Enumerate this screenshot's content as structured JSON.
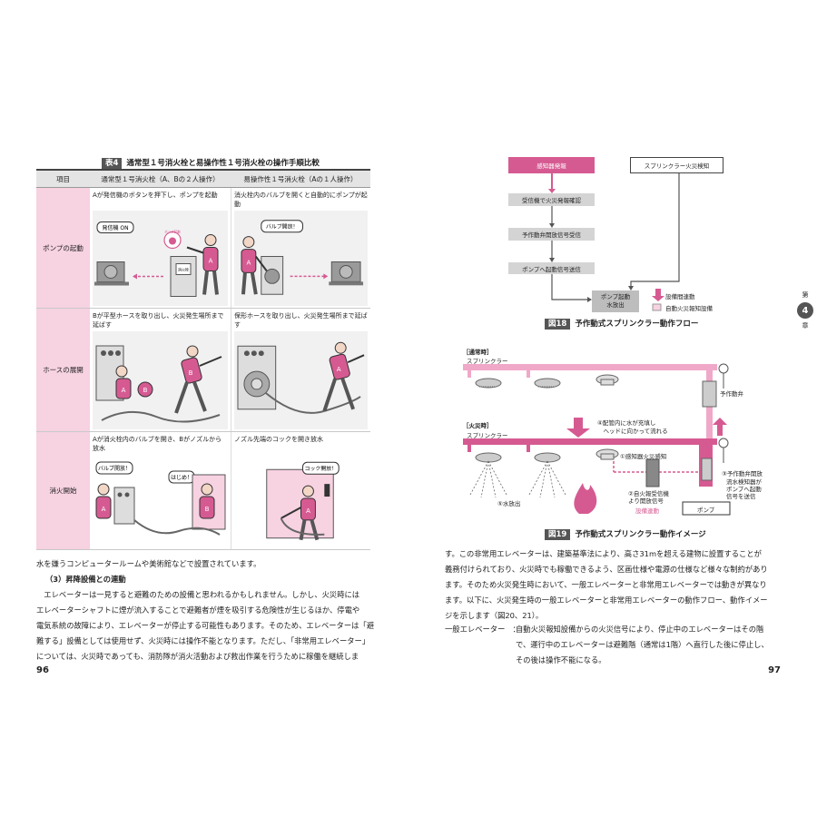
{
  "left": {
    "table_caption_num": "表4",
    "table_caption": "通常型１号消火栓と易操作性１号消火栓の操作手順比較",
    "headers": [
      "項目",
      "通常型１号消火栓（A、Bの２人操作）",
      "易操作性１号消火栓（Aの１人操作）"
    ],
    "rows": [
      {
        "label": "ポンプの起動",
        "c1": "Aが発信機のボタンを押下し、ポンプを起動",
        "c2": "消火栓内のバルブを開くと自動的にポンプが起動"
      },
      {
        "label": "ホースの展開",
        "c1": "Bが平型ホースを取り出し、火災発生場所まで延ばす",
        "c2": "保形ホースを取り出し、火災発生場所まで延ばす"
      },
      {
        "label": "消火開始",
        "c1": "Aが消火栓内のバルブを開き、Bがノズルから放水",
        "c2": "ノズル先端のコックを開き放水"
      }
    ],
    "bubbles": {
      "hasshinki": "発信機 ON",
      "valve": "バルブ開放！",
      "valve2": "バルブ開放！",
      "hajime": "はじめ！",
      "cock": "コック開放！",
      "box_label": "消火栓",
      "lamp_label": "ポンプ起動",
      "person_a": "A",
      "person_b": "B"
    },
    "body_lines": [
      "水を嫌うコンピュータールームや美術館などで設置されています。",
      "（3）昇降設備との連動",
      "　エレベーターは一見すると避難のための設備と思われるかもしれません。しかし、火災時には",
      "エレベーターシャフトに煙が流入することで避難者が煙を吸引する危険性が生じるほか、停電や",
      "電気系統の故障により、エレベーターが停止する可能性もあります。そのため、エレベーターは「避",
      "難する」設備としては使用せず、火災時には操作不能となります。ただし、「非常用エレベーター」",
      "については、火災時であっても、消防隊が消火活動および救出作業を行うために稼働を継続しま"
    ],
    "page_number": "96"
  },
  "right": {
    "flow": {
      "sensor": "感知器発報",
      "sprinkler_detect": "スプリンクラー火災検知",
      "receiver": "受信機で火災発報確認",
      "valve_signal": "予作動弁開放信号受信",
      "pump_signal": "ポンプへ起動信号送信",
      "pump_start": "ポンプ起動\n水放出",
      "legend_equip": "設備間連動",
      "legend_auto": "自動火災報知設備"
    },
    "fig18_num": "図18",
    "fig18_caption": "予作動式スプリンクラー動作フロー",
    "fig19": {
      "normal": "［通常時］",
      "sprinkler1": "スプリンクラー",
      "valve": "予作動弁",
      "fire": "［火災時］",
      "sprinkler2": "スプリンクラー",
      "step4": "④配管内に水が充填し\n　ヘッドに向かって流れる",
      "step1": "①感知器火災感知",
      "step2": "②自火報受信機\nより開放信号",
      "step2b": "設備連動",
      "step3": "③予作動弁開放",
      "step3b": "流水検知器が\nポンプへ起動\n信号を送信",
      "step5": "⑤水放出",
      "pump": "ポンプ"
    },
    "fig19_num": "図19",
    "fig19_caption": "予作動式スプリンクラー動作イメージ",
    "chapter_top": "第",
    "chapter_num": "4",
    "chapter_bottom": "章",
    "body_lines": [
      "す。この非常用エレベーターは、建築基準法により、高さ31mを超える建物に設置することが",
      "義務付けられており、火災時でも稼働できるよう、区画仕様や電源の仕様など様々な制約があり",
      "ます。そのため火災発生時において、一般エレベーターと非常用エレベーターでは動きが異なり",
      "ます。以下に、火災発生時の一般エレベーターと非常用エレベーターの動作フロー、動作イメー",
      "ジを示します（図20、21）。"
    ],
    "def_term": "一般エレベーター　：",
    "def_lines": [
      "自動火災報知設備からの火災信号により、停止中のエレベーターはその階",
      "で、運行中のエレベーターは避難階（通常は1階）へ直行した後に停止し、",
      "その後は操作不能になる。"
    ],
    "page_number": "97"
  },
  "colors": {
    "accent_pink": "#d65a92",
    "light_pink": "#f7d2e1",
    "pipe_pink": "#f0a8c8"
  }
}
